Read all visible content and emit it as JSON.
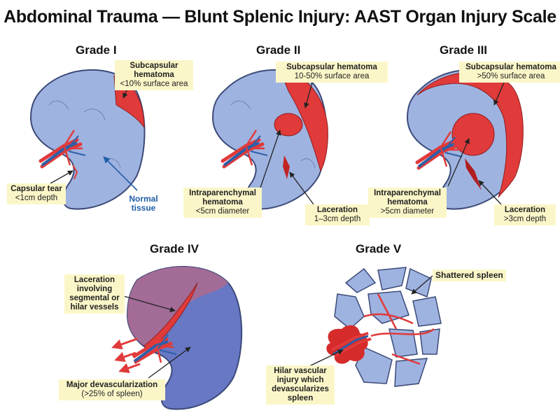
{
  "title": "Abdominal Trauma — Blunt Splenic Injury: AAST Organ Injury Scale",
  "grades": {
    "g1": {
      "heading": "Grade I",
      "hematoma": [
        "Subcapsular",
        "hematoma",
        "<10% surface area"
      ],
      "tear": [
        "Capsular tear",
        "<1cm depth"
      ],
      "normal": [
        "Normal",
        "tissue"
      ]
    },
    "g2": {
      "heading": "Grade II",
      "hematoma": [
        "Subcapsular hematoma",
        "10-50% surface area"
      ],
      "intra": [
        "Intraparenchymal",
        "hematoma",
        "<5cm diameter"
      ],
      "lac": [
        "Laceration",
        "1–3cm depth"
      ]
    },
    "g3": {
      "heading": "Grade III",
      "hematoma": [
        "Subcapsular hematoma",
        ">50% surface area"
      ],
      "intra": [
        "Intraparenchymal",
        "hematoma",
        ">5cm diameter"
      ],
      "lac": [
        "Laceration",
        ">3cm depth"
      ]
    },
    "g4": {
      "heading": "Grade IV",
      "lac": [
        "Laceration",
        "involving",
        "segmental or",
        "hilar vessels"
      ],
      "devasc": [
        "Major devascularization",
        "(>25% of spleen)"
      ]
    },
    "g5": {
      "heading": "Grade V",
      "shattered": "Shattered spleen",
      "hilar": [
        "Hilar vascular",
        "injury which",
        "devascularizes",
        "spleen"
      ]
    }
  },
  "colors": {
    "spleen": "#9fb3e0",
    "outline": "#3b4a78",
    "blood": "#e03a3a",
    "label_bg": "#fbf6c8",
    "grade4_fill": "#6878c4",
    "accent_blue": "#1f5ea8"
  }
}
